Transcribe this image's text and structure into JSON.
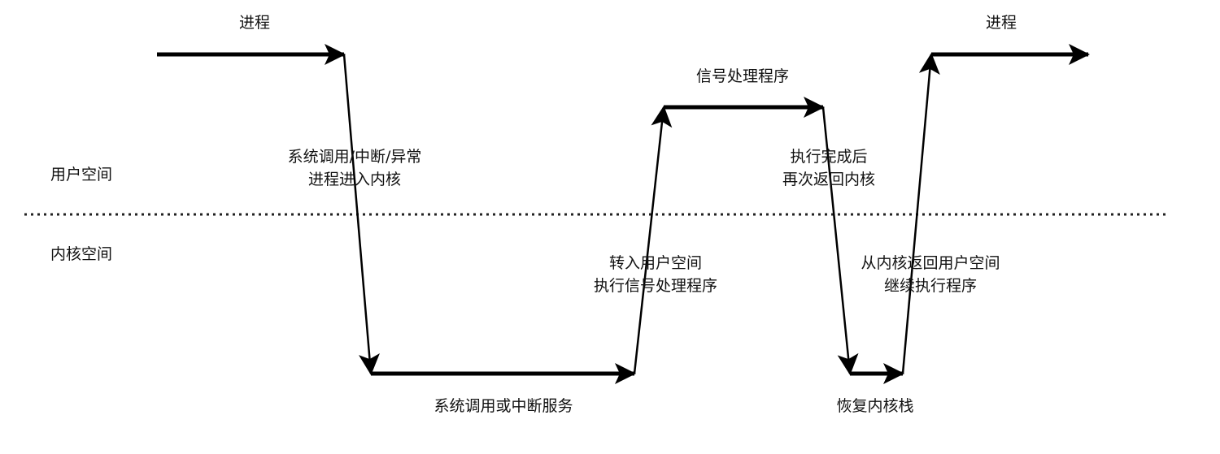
{
  "regions": {
    "user_space": "用户空间",
    "kernel_space": "内核空间"
  },
  "labels": {
    "process_start": "进程",
    "process_end": "进程",
    "enter_kernel": [
      "系统调用/中断/异常",
      "进程进入内核"
    ],
    "kernel_service": "系统调用或中断服务",
    "to_user_space": [
      "转入用户空间",
      "执行信号处理程序"
    ],
    "signal_handler": "信号处理程序",
    "return_kernel": [
      "执行完成后",
      "再次返回内核"
    ],
    "restore_stack": "恢复内核栈",
    "return_user": [
      "从内核返回用户空间",
      "继续执行程序"
    ]
  },
  "colors": {
    "line": "#000000",
    "separator": "#222222",
    "text": "#111111"
  }
}
